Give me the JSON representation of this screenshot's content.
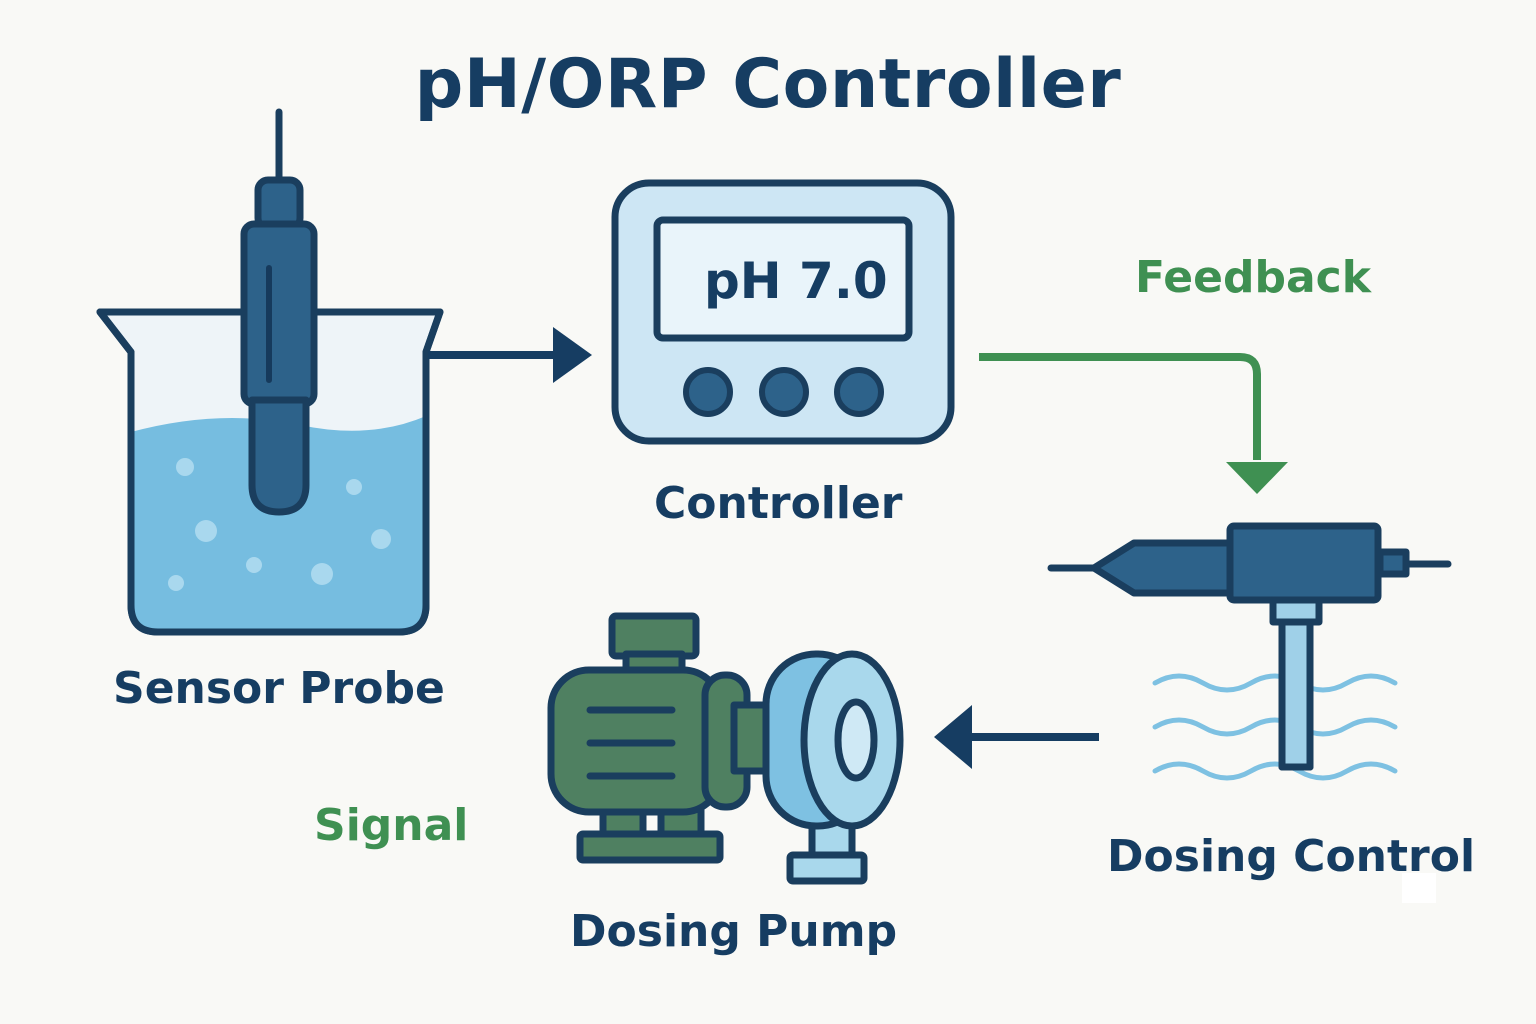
{
  "title": "pH/ORP Controller",
  "controller": {
    "display": "pH 7.0",
    "label": "Controller"
  },
  "sensor": {
    "label": "Sensor Probe"
  },
  "dosing_control": {
    "label": "Dosing Control"
  },
  "pump": {
    "label": "Dosing Pump"
  },
  "flows": {
    "feedback": "Feedback",
    "signal": "Signal"
  },
  "colors": {
    "navy": "#163d62",
    "stroke": "#1a3e5e",
    "accent_green": "#3f9052",
    "water": "#76bde0",
    "panel": "#cde6f4",
    "motor_green": "#4f8061",
    "pump_head": "#a9d8ec",
    "probe": "#2d628a"
  }
}
